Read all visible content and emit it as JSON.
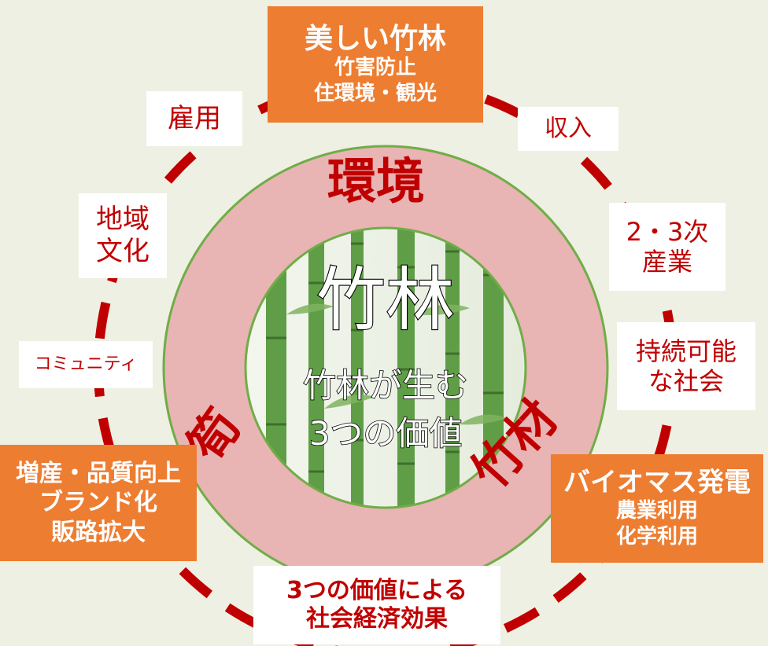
{
  "colors": {
    "background": "#eef0e3",
    "ring": "#e8b4b4",
    "ring_border": "#70ad47",
    "dashed_circle": "#c00000",
    "orange": "#ed7d31",
    "red_text": "#c00000",
    "bamboo": "#6aa84f"
  },
  "center": {
    "title": "竹林",
    "line1": "竹林が生む",
    "line2": "3つの価値"
  },
  "ring_labels": {
    "top": "環境",
    "left": "筍",
    "right": "竹材"
  },
  "top_box": {
    "title": "美しい竹林",
    "line1": "竹害防止",
    "line2": "住環境・観光"
  },
  "left_box": {
    "line1": "増産・品質向上",
    "line2": "ブランド化",
    "line3": "販路拡大"
  },
  "right_box": {
    "title": "バイオマス発電",
    "line1": "農業利用",
    "line2": "化学利用"
  },
  "bottom_box": {
    "line1": "3つの価値による",
    "line2": "社会経済効果"
  },
  "outer_labels": {
    "koyo": "雇用",
    "shunyu": "収入",
    "chiiki1": "地域",
    "chiiki2": "文化",
    "sangyo1": "2・3次",
    "sangyo2": "産業",
    "community": "コミュニティ",
    "jizoku1": "持続可能",
    "jizoku2": "な社会"
  }
}
